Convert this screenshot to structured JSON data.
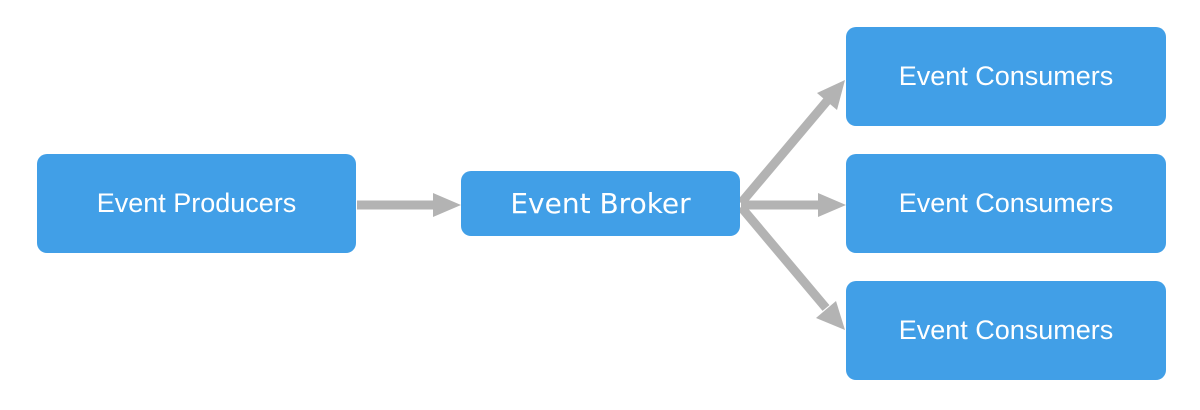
{
  "diagram": {
    "producers": {
      "label": "Event Producers"
    },
    "broker": {
      "label": "Event Broker"
    },
    "consumers": [
      {
        "label": "Event Consumers"
      },
      {
        "label": "Event Consumers"
      },
      {
        "label": "Event Consumers"
      }
    ]
  },
  "colors": {
    "node_fill": "#419fe7",
    "node_text": "#ffffff",
    "arrow": "#b3b3b3",
    "background": "#ffffff"
  }
}
